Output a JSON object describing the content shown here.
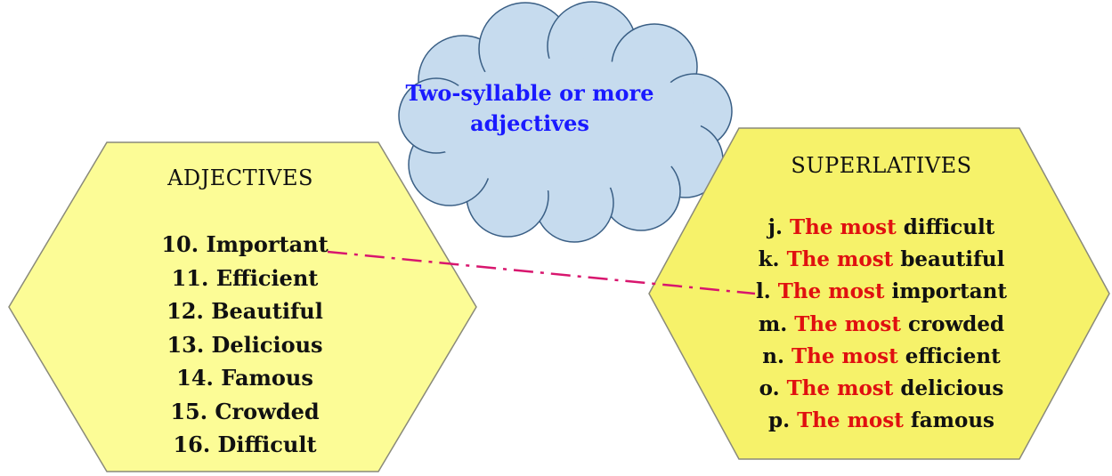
{
  "cloud": {
    "line1": "Two-syllable or more",
    "line2": "adjectives"
  },
  "adjectives": {
    "title": "ADJECTIVES",
    "items": [
      "10. Important",
      "11. Efficient",
      "12. Beautiful",
      "13. Delicious",
      "14. Famous",
      "15. Crowded",
      "16. Difficult"
    ]
  },
  "superlatives": {
    "title": "SUPERLATIVES",
    "items": [
      {
        "letter": "j.",
        "most": "The most",
        "word": "difficult"
      },
      {
        "letter": "k.",
        "most": "The most",
        "word": "beautiful"
      },
      {
        "letter": "l.",
        "most": "The most",
        "word": "important"
      },
      {
        "letter": "m.",
        "most": "The most",
        "word": "crowded"
      },
      {
        "letter": "n.",
        "most": "The most",
        "word": "efficient"
      },
      {
        "letter": "o.",
        "most": "The most",
        "word": "delicious"
      },
      {
        "letter": "p.",
        "most": "The most",
        "word": "famous"
      }
    ]
  },
  "connector": {
    "from": "10. Important",
    "to": "l. The most important"
  },
  "colors": {
    "cloud_fill": "#c6dbee",
    "cloud_stroke": "#3a5f85",
    "cloud_text": "#1a1aff",
    "left_hex_fill": "#fcfc96",
    "right_hex_fill": "#f6f26a",
    "hex_stroke": "#8a8a7a",
    "most_text": "#e01010",
    "connector_line": "#d8166e"
  }
}
